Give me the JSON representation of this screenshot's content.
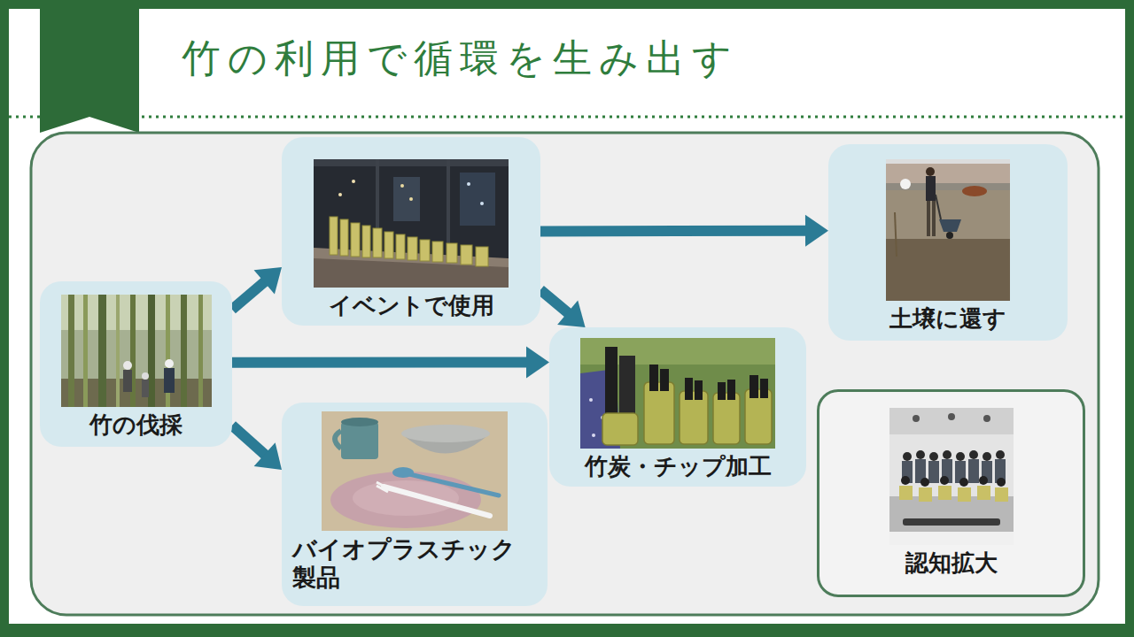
{
  "diagram": {
    "title": "竹の利用で循環を生み出す",
    "nodes": [
      {
        "text": [
          "竹の伐採"
        ]
      },
      {
        "text": [
          "イベントで使用"
        ]
      },
      {
        "text": [
          "バイオプラスチック 製品"
        ]
      },
      {
        "text": [
          "竹炭・チップ加工"
        ]
      },
      {
        "text": [
          "土壌に還す"
        ]
      },
      {
        "text": [
          "認知拡大"
        ]
      }
    ],
    "edges": [
      {
        "from": 0,
        "to": 1,
        "arrow": "to"
      },
      {
        "from": 0,
        "to": 3,
        "arrow": "to"
      },
      {
        "from": 0,
        "to": 2,
        "arrow": "to"
      },
      {
        "from": 1,
        "to": 4,
        "arrow": "to"
      },
      {
        "from": 1,
        "to": 3,
        "arrow": "to"
      }
    ]
  }
}
